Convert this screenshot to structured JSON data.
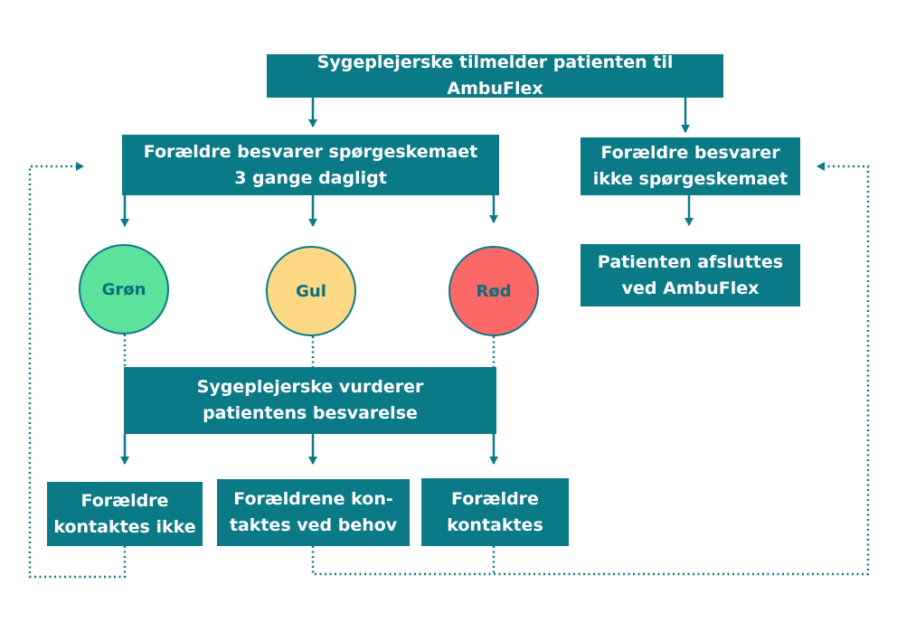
{
  "colors": {
    "box": "#0b7a87",
    "green": "#5de29b",
    "yellow": "#fdd986",
    "red": "#fb6868"
  },
  "nodes": {
    "enroll": "Sygeplejerske tilmelder patienten til AmbuFlex",
    "answers": "Forældre besvarer spørgeskemaet\n3 gange dagligt",
    "no_answer": "Forældre besvarer\nikke spørgeskemaet",
    "discharged": "Patienten afsluttes\nved AmbuFlex",
    "green": "Grøn",
    "yellow": "Gul",
    "red": "Rød",
    "assess": "Sygeplejerske vurderer\npatientens besvarelse",
    "no_contact": "Forældre\nkontaktes ikke",
    "contact_need": "Forældrene kon-\ntaktes ved behov",
    "contacted": "Forældre\nkontaktes"
  }
}
